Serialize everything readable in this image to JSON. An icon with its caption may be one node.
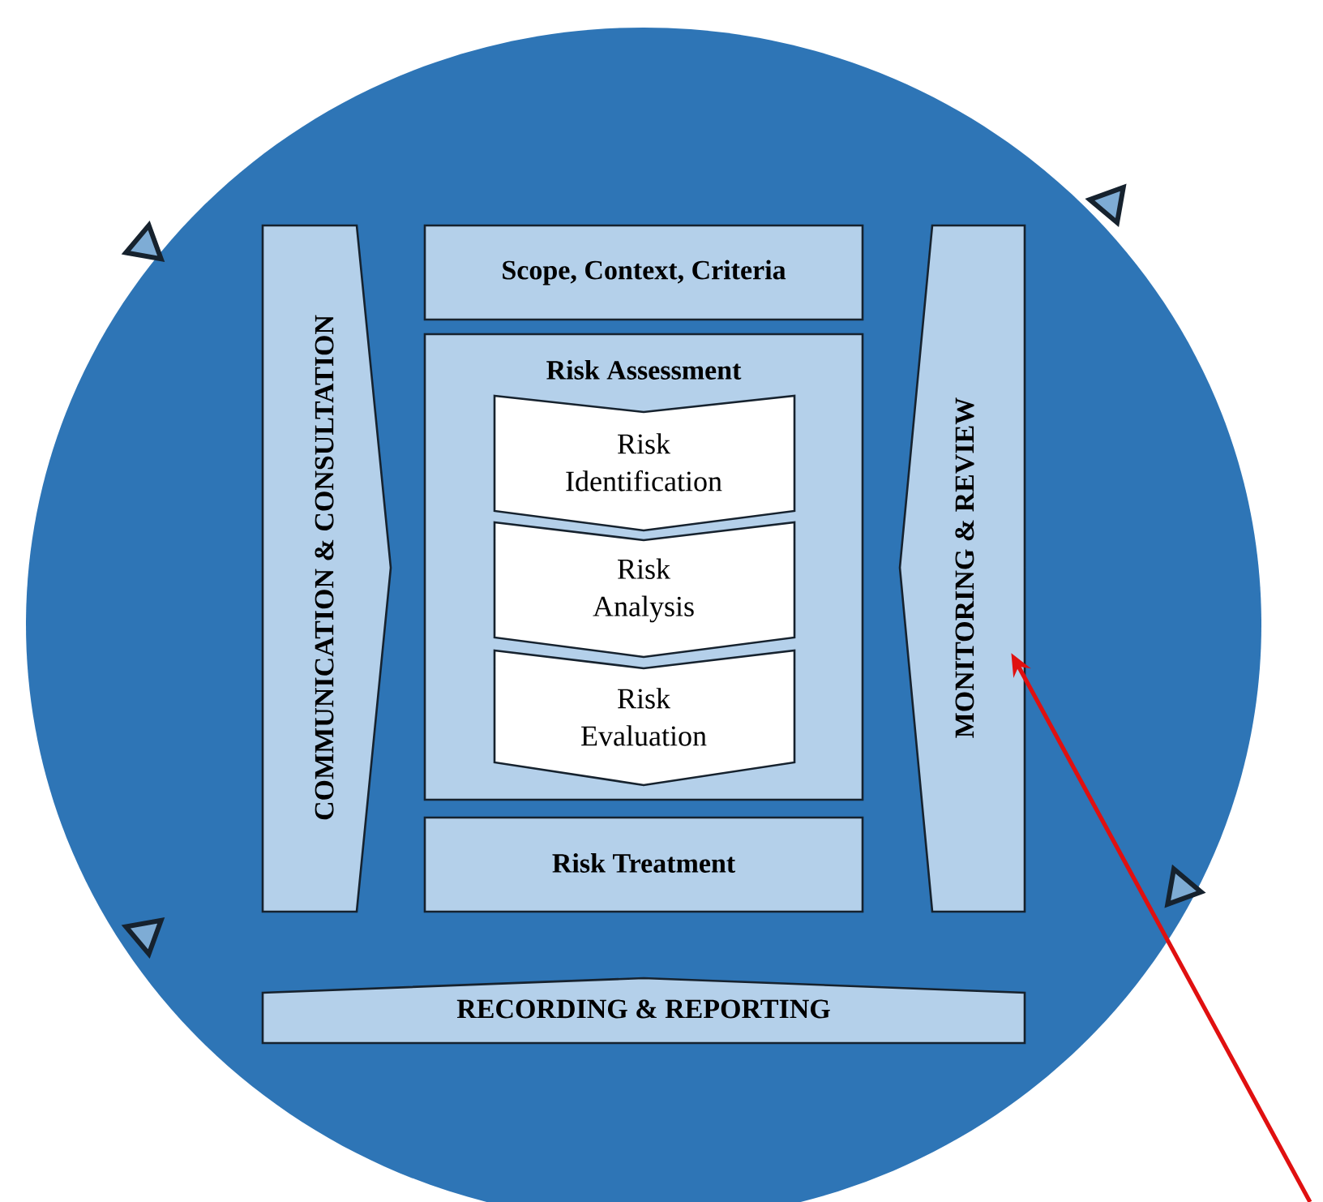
{
  "diagram": {
    "nodes": [
      {
        "text": [
          "COMMUNICATION & CONSULTATION"
        ]
      },
      {
        "text": [
          "Scope, Context, Criteria"
        ]
      },
      {
        "text": [
          "Risk Assessment"
        ]
      },
      {
        "text": [
          "Risk Identification"
        ],
        "in": 2
      },
      {
        "text": [
          "Risk Analysis"
        ],
        "in": 2
      },
      {
        "text": [
          "Risk Evaluation"
        ],
        "in": 2
      },
      {
        "text": [
          "Risk Treatment"
        ]
      },
      {
        "text": [
          "MONITORING & REVIEW"
        ]
      },
      {
        "text": [
          "RECORDING & REPORTING"
        ]
      }
    ],
    "edges": [
      {
        "from": null,
        "to": 7,
        "arrow": "to",
        "color": "#e01010"
      }
    ]
  }
}
